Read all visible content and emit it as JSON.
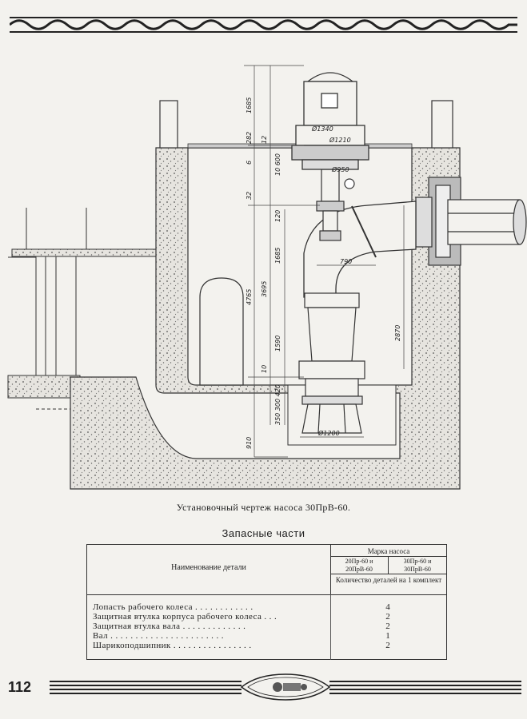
{
  "drawing": {
    "caption": "Установочный чертеж насоса 30ПрВ-60.",
    "dimensions": {
      "d1340": "Ø1340",
      "d1210": "Ø1210",
      "d950": "Ø950",
      "d1200": "Ø1200",
      "v1685_top": "1685",
      "v282": "282",
      "v12": "12",
      "v6": "6",
      "v10_600": "10 600",
      "v32": "32",
      "v120": "120",
      "v1685_mid": "1685",
      "v3695": "3695",
      "v4765": "4765",
      "v1590": "1590",
      "v10": "10",
      "v350_300_420": "350 300 420",
      "v910": "910",
      "h790": "790",
      "v2870": "2870"
    }
  },
  "table": {
    "title": "Запасные части",
    "header_name": "Наименование детали",
    "header_brand": "Марка насоса",
    "header_col1": "20Пр-60 и 20ПрВ-60",
    "header_col2": "30Пр-60 и 30ПрВ-60",
    "header_count": "Количество деталей на 1 комплект",
    "rows": [
      {
        "name": "Лопасть рабочего колеса . . . . . . . . . . . .",
        "qty": "4"
      },
      {
        "name": "Защитная втулка корпуса рабочего колеса . . .",
        "qty": "2"
      },
      {
        "name": "Защитная втулка вала . . . . . . . . . . . . .",
        "qty": "2"
      },
      {
        "name": "Вал . . . . . . . . . . . . . . . . . . . . . . .",
        "qty": "1"
      },
      {
        "name": "Шарикоподшипник . . . . . . . . . . . . . . . .",
        "qty": "2"
      }
    ]
  },
  "page_number": "112"
}
